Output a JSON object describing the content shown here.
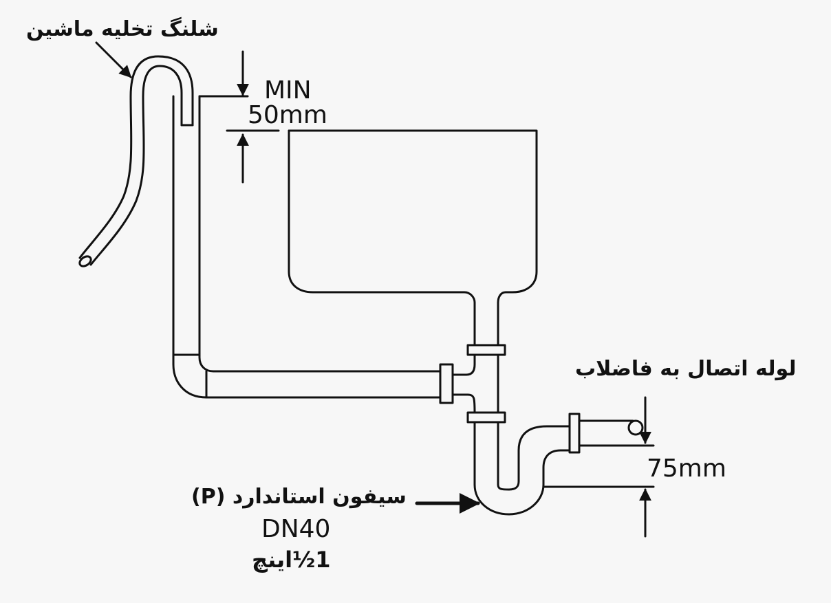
{
  "labels": {
    "drain_hose": "شلنگ تخلیه ماشین",
    "min_label": "MIN",
    "min_height": "50mm",
    "waste_pipe": "لوله اتصال به فاضلاب",
    "trap_height": "75mm",
    "siphon": "سیفون استاندارد (P)",
    "siphon_size": "DN40",
    "siphon_inch": "1½اینچ"
  },
  "colors": {
    "line": "#111111",
    "background": "#f7f7f7"
  }
}
